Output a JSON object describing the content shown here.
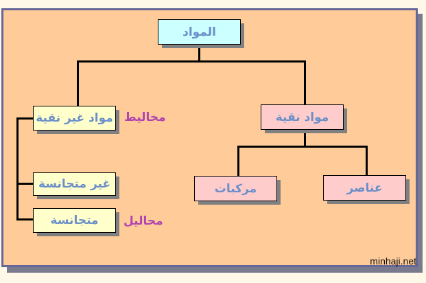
{
  "diagram": {
    "root": {
      "label": "المواد",
      "color": "#ccffff"
    },
    "pure": {
      "label": "مواد نقية",
      "color": "#ffcccc",
      "children": [
        {
          "label": "مركبات"
        },
        {
          "label": "عناصر"
        }
      ]
    },
    "impure": {
      "label": "مواد غير نقية",
      "tag": "مخاليط",
      "color": "#ffffcc",
      "children": [
        {
          "label": "غير متجانسة"
        },
        {
          "label": "متجانسة",
          "tag": "محاليل"
        }
      ]
    },
    "colors": {
      "background": "#ffcc99",
      "frame_border": "#666699",
      "node_text": "#6b8fc8",
      "tag_text": "#b044b0"
    }
  },
  "watermark": "minhaji.net"
}
